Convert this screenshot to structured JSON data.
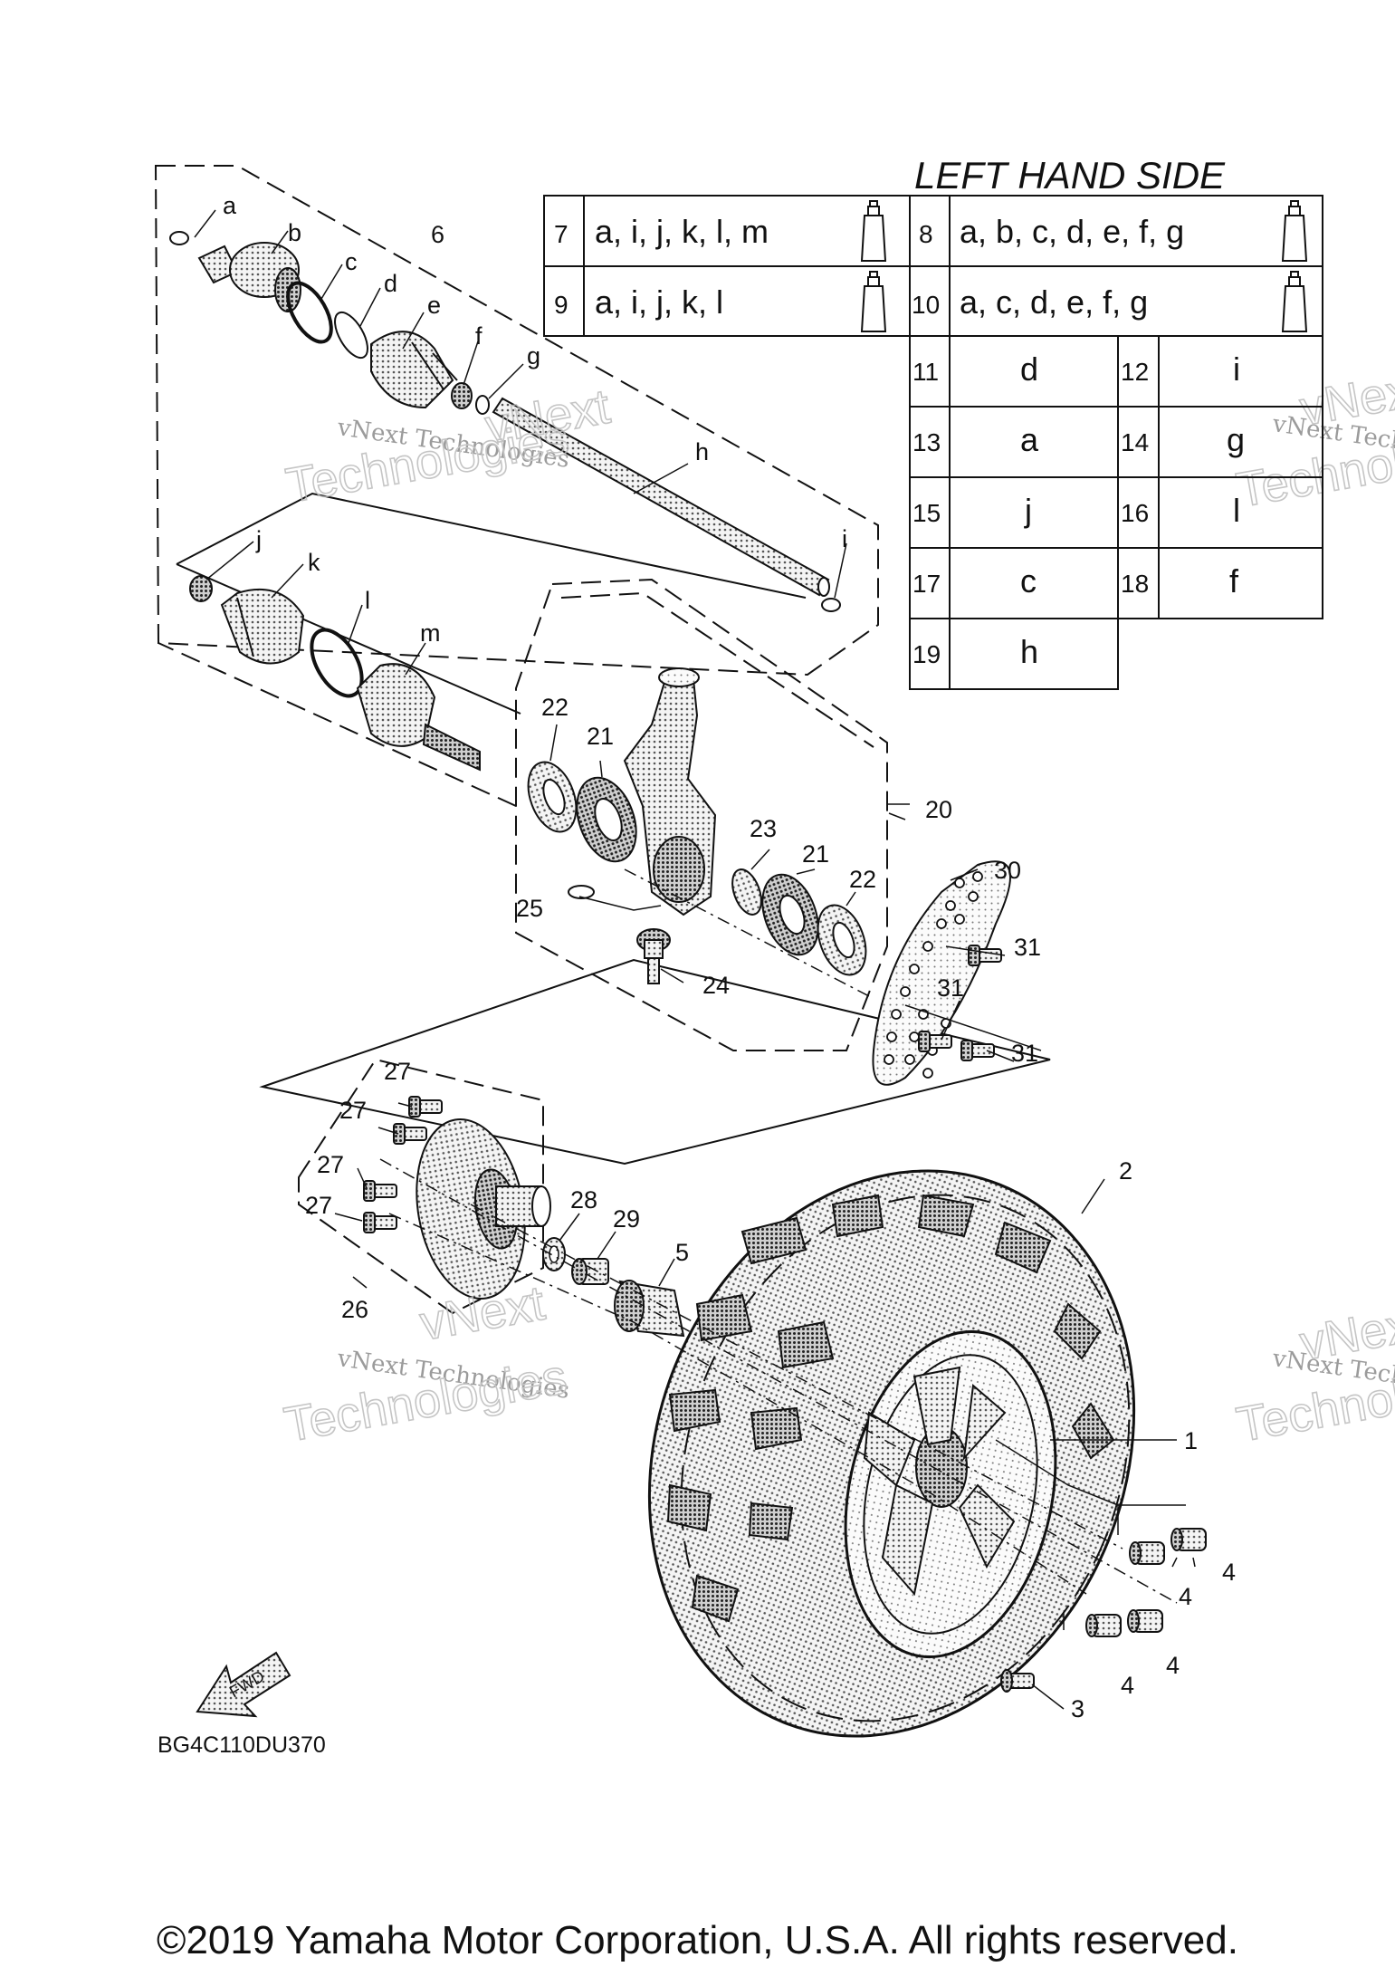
{
  "table": {
    "title": "LEFT HAND SIDE",
    "kits": [
      {
        "num": "7",
        "parts": "a, i, j, k, l, m",
        "icon": "grease-tube-icon"
      },
      {
        "num": "8",
        "parts": "a, b, c, d, e, f, g",
        "icon": "grease-tube-icon"
      },
      {
        "num": "9",
        "parts": "a, i, j, k, l",
        "icon": "grease-tube-icon"
      },
      {
        "num": "10",
        "parts": "a, c, d, e, f, g",
        "icon": "grease-tube-icon"
      }
    ],
    "singles": [
      {
        "num": "11",
        "part": "d"
      },
      {
        "num": "12",
        "part": "i"
      },
      {
        "num": "13",
        "part": "a"
      },
      {
        "num": "14",
        "part": "g"
      },
      {
        "num": "15",
        "part": "j"
      },
      {
        "num": "16",
        "part": "l"
      },
      {
        "num": "17",
        "part": "c"
      },
      {
        "num": "18",
        "part": "f"
      },
      {
        "num": "19",
        "part": "h"
      }
    ]
  },
  "callouts": {
    "a": "a",
    "b": "b",
    "c": "c",
    "d": "d",
    "e": "e",
    "f": "f",
    "g": "g",
    "h": "h",
    "i": "i",
    "j": "j",
    "k": "k",
    "l": "l",
    "m": "m",
    "n1": "1",
    "n2": "2",
    "n3": "3",
    "n4": "4",
    "n5": "5",
    "n6": "6",
    "n20": "20",
    "n21": "21",
    "n22": "22",
    "n23": "23",
    "n24": "24",
    "n25": "25",
    "n26": "26",
    "n27": "27",
    "n28": "28",
    "n29": "29",
    "n30": "30",
    "n31": "31"
  },
  "fwd_label": "FWD",
  "diagram_code": "BG4C110DU370",
  "watermark": {
    "line1": "vNext Technologies",
    "line2": "vNext",
    "line3": "Technologies"
  },
  "copyright": "©2019 Yamaha Motor Corporation, U.S.A. All rights reserved."
}
